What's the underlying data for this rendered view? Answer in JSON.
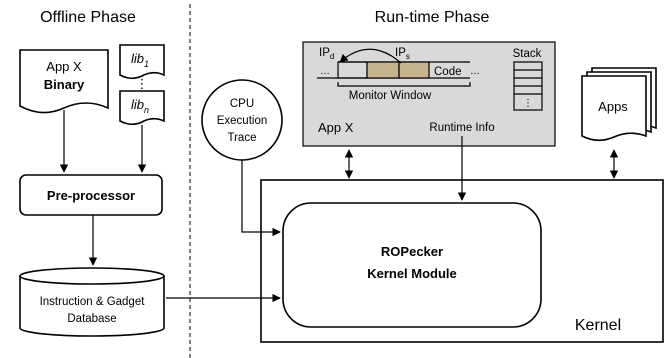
{
  "phases": {
    "offline": "Offline Phase",
    "runtime": "Run-time Phase"
  },
  "app_x_binary": {
    "line1": "App X",
    "line2": "Binary"
  },
  "libs": {
    "first": "lib",
    "first_sub": "1",
    "dots": "⋮",
    "last": "lib",
    "last_sub": "n"
  },
  "preprocessor": "Pre-processor",
  "database": {
    "line1": "Instruction & Gadget",
    "line2": "Database"
  },
  "cpu_trace": {
    "line1": "CPU",
    "line2": "Execution",
    "line3": "Trace"
  },
  "app_x_panel": {
    "ip_d": "IP",
    "ip_d_sub": "d",
    "ip_s": "IP",
    "ip_s_sub": "s",
    "code": "Code",
    "ellipsis": "…",
    "monitor_window": "Monitor Window",
    "stack": "Stack",
    "stack_dots": "⋮",
    "app_name": "App X",
    "runtime_info": "Runtime Info"
  },
  "apps": "Apps",
  "module": {
    "line1": "ROPecker",
    "line2": "Kernel Module"
  },
  "kernel": "Kernel",
  "colors": {
    "panel_fill": "#d9d9d9",
    "highlight_fill": "#c6b48f"
  }
}
